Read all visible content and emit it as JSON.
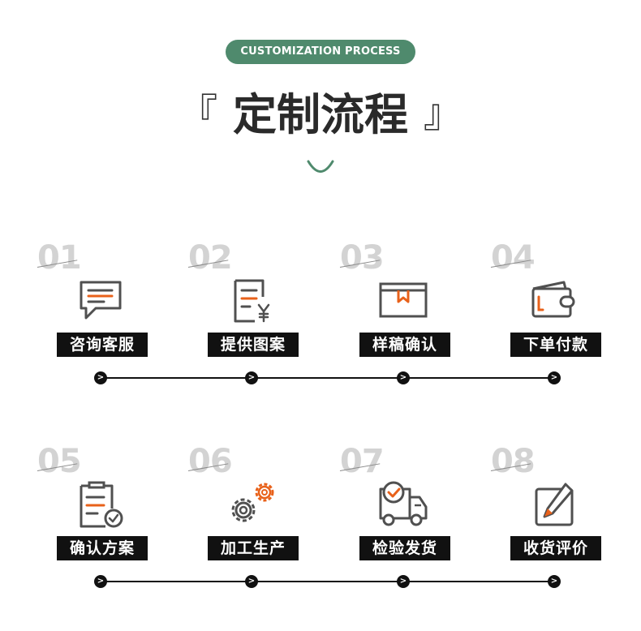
{
  "header": {
    "pill_text": "CUSTOMIZATION PROCESS",
    "title_left": "『",
    "title": "定制流程",
    "title_right": "』"
  },
  "colors": {
    "accent": "#4f8a6d",
    "highlight": "#e8611a",
    "icon": "#505050",
    "label_bg": "#111111"
  },
  "rows": [
    {
      "steps": [
        {
          "number": "01",
          "label": "咨询客服",
          "icon": "chat-bubble-icon"
        },
        {
          "number": "02",
          "label": "提供图案",
          "icon": "document-yen-icon"
        },
        {
          "number": "03",
          "label": "样稿确认",
          "icon": "box-sample-icon"
        },
        {
          "number": "04",
          "label": "下单付款",
          "icon": "wallet-icon"
        }
      ]
    },
    {
      "steps": [
        {
          "number": "05",
          "label": "确认方案",
          "icon": "clipboard-check-icon"
        },
        {
          "number": "06",
          "label": "加工生产",
          "icon": "gears-icon"
        },
        {
          "number": "07",
          "label": "检验发货",
          "icon": "delivery-truck-icon"
        },
        {
          "number": "08",
          "label": "收货评价",
          "icon": "edit-review-icon"
        }
      ]
    }
  ],
  "timeline": {
    "arrow": ">"
  }
}
